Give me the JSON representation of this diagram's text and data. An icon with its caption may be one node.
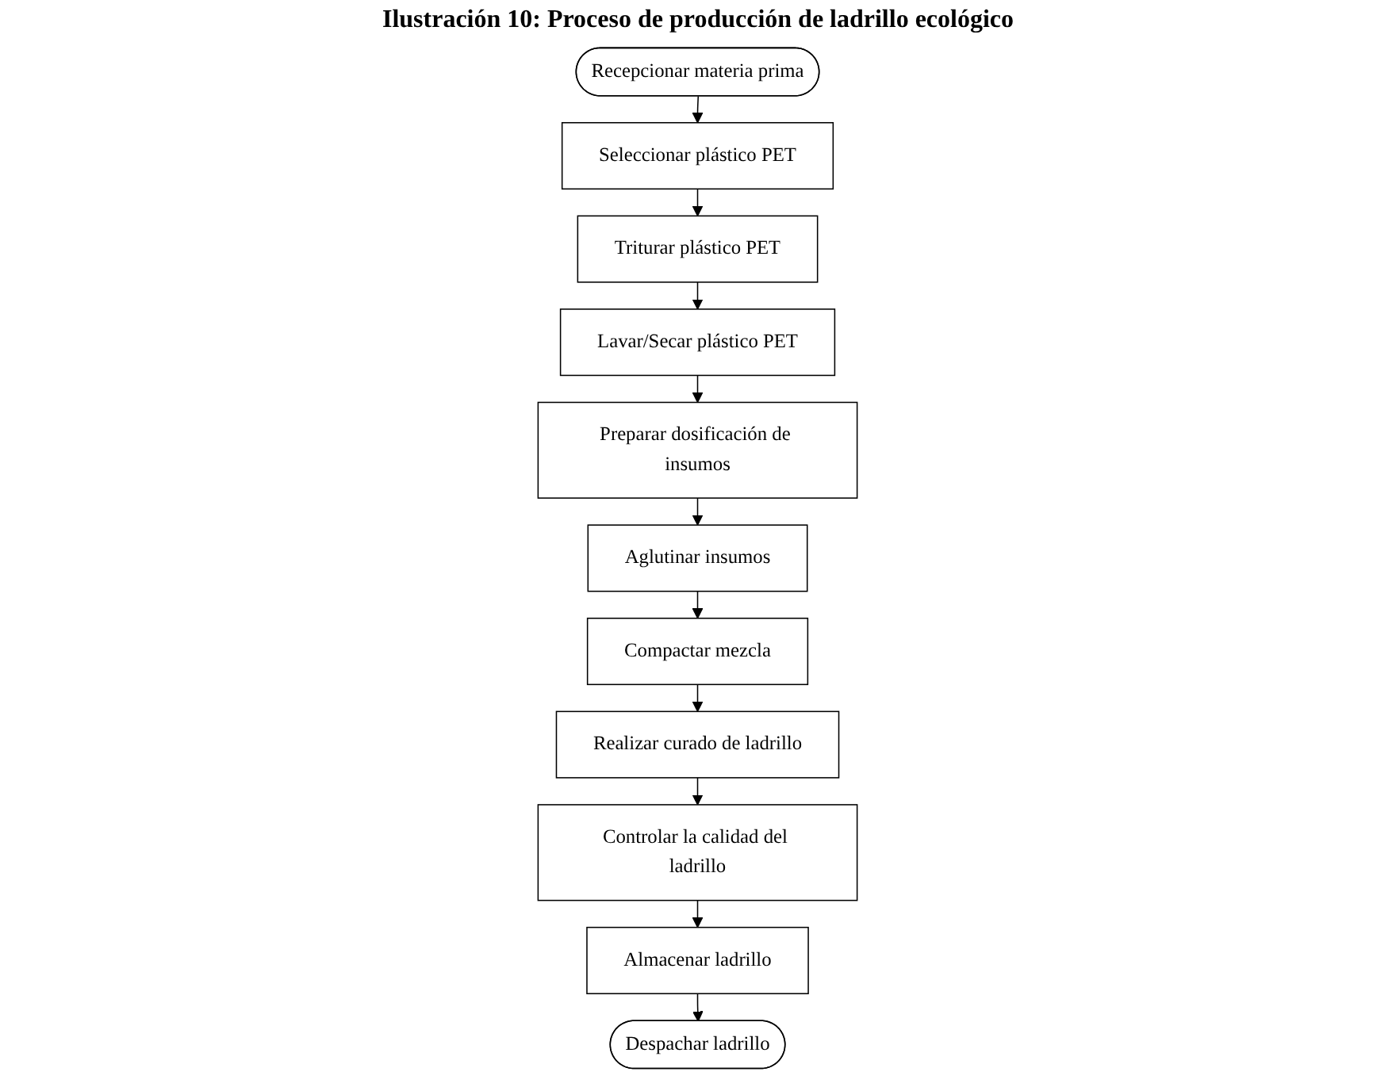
{
  "diagram": {
    "title": "Ilustración 10: Proceso de producción de ladrillo ecológico",
    "nodes": [
      {
        "text": [
          "Recepcionar materia prima"
        ]
      },
      {
        "text": [
          "Seleccionar plástico PET"
        ]
      },
      {
        "text": [
          "Triturar plástico PET"
        ]
      },
      {
        "text": [
          "Lavar/Secar plástico PET"
        ]
      },
      {
        "text": [
          "Preparar dosificación de insumos"
        ]
      },
      {
        "text": [
          "Aglutinar insumos"
        ]
      },
      {
        "text": [
          "Compactar mezcla"
        ]
      },
      {
        "text": [
          "Realizar curado de ladrillo"
        ]
      },
      {
        "text": [
          "Controlar la calidad del ladrillo"
        ]
      },
      {
        "text": [
          "Almacenar ladrillo"
        ]
      },
      {
        "text": [
          "Despachar ladrillo"
        ]
      }
    ],
    "edges": [
      {
        "from": 0,
        "to": 1,
        "arrow": "to"
      },
      {
        "from": 1,
        "to": 2,
        "arrow": "to"
      },
      {
        "from": 2,
        "to": 3,
        "arrow": "to"
      },
      {
        "from": 3,
        "to": 4,
        "arrow": "to"
      },
      {
        "from": 4,
        "to": 5,
        "arrow": "to"
      },
      {
        "from": 5,
        "to": 6,
        "arrow": "to"
      },
      {
        "from": 6,
        "to": 7,
        "arrow": "to"
      },
      {
        "from": 7,
        "to": 8,
        "arrow": "to"
      },
      {
        "from": 8,
        "to": 9,
        "arrow": "to"
      },
      {
        "from": 9,
        "to": 10,
        "arrow": "to"
      }
    ]
  }
}
